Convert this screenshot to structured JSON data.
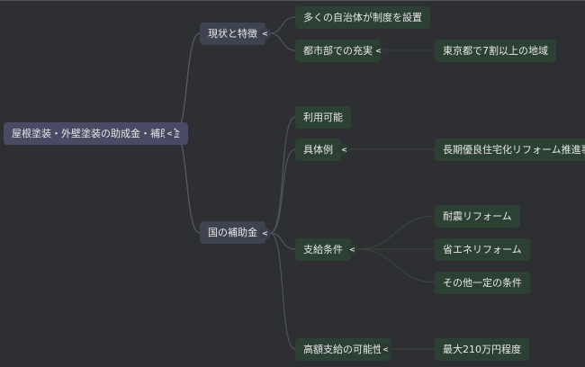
{
  "root": {
    "label": "屋根塗装・外壁塗装の助成金・補助金"
  },
  "branches": [
    {
      "label": "現状と特徴",
      "children": [
        {
          "label": "多くの自治体が制度を設置"
        },
        {
          "label": "都市部での充実",
          "children": [
            {
              "label": "東京都で7割以上の地域"
            }
          ]
        }
      ]
    },
    {
      "label": "国の補助金",
      "children": [
        {
          "label": "利用可能"
        },
        {
          "label": "具体例",
          "children": [
            {
              "label": "長期優良住宅化リフォーム推進事業"
            }
          ]
        },
        {
          "label": "支給条件",
          "children": [
            {
              "label": "耐震リフォーム"
            },
            {
              "label": "省エネリフォーム"
            },
            {
              "label": "その他一定の条件"
            }
          ]
        },
        {
          "label": "高額支給の可能性",
          "children": [
            {
              "label": "最大210万円程度"
            }
          ]
        }
      ]
    }
  ],
  "toggle_glyph": "<",
  "colors": {
    "background": "#2e2f33",
    "root": "#4a4a64",
    "branch": "#3e4350",
    "leaf": "#2c4034"
  }
}
